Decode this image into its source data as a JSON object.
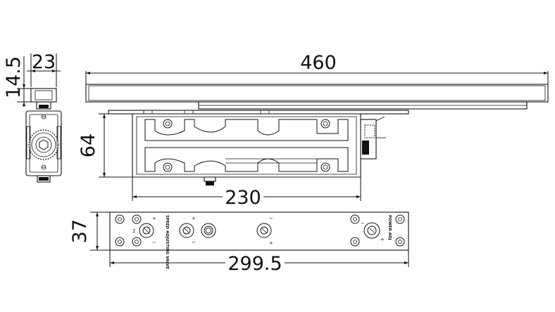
{
  "dimensions": {
    "side_height": "14.5",
    "side_width": "23",
    "total_length": "460",
    "body_height": "64",
    "body_length": "230",
    "plate_height": "37",
    "plate_length": "299.5"
  },
  "plate_labels": {
    "speed_valve": "SPEED ADJUSTING VALVE",
    "power_adj": "POWER ADJ",
    "valve_number": "2"
  }
}
